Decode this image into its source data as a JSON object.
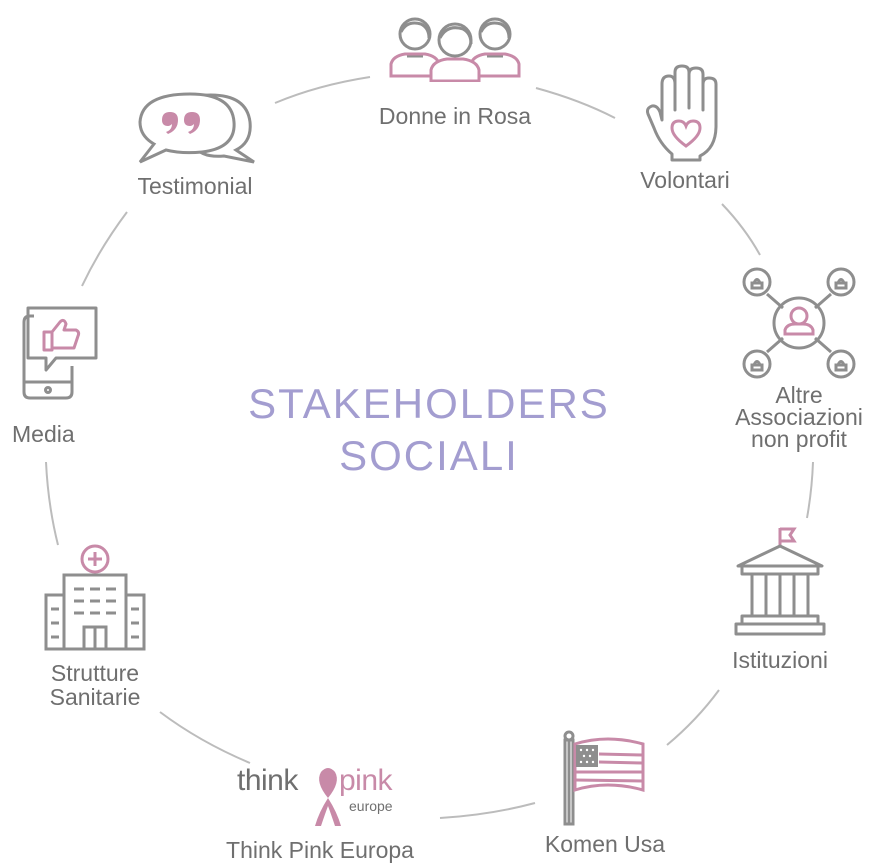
{
  "diagram": {
    "center": {
      "line1": "STAKEHOLDERS",
      "line2": "SOCIALI"
    },
    "nodes": {
      "donne": {
        "label": "Donne in Rosa",
        "icon": "women-group-icon"
      },
      "volontari": {
        "label": "Volontari",
        "icon": "raised-hand-heart-icon"
      },
      "associazioni": {
        "line1": "Altre",
        "line2": "Associazioni",
        "line3": "non profit",
        "icon": "network-people-icon"
      },
      "istituzioni": {
        "label": "Istituzioni",
        "icon": "institution-building-icon"
      },
      "komen": {
        "label": "Komen Usa",
        "icon": "usa-flag-icon"
      },
      "thinkpink": {
        "label": "Think Pink Europa",
        "logo_main": "think",
        "logo_pink": "pink",
        "logo_sub": "europe",
        "icon": "pink-ribbon-icon"
      },
      "strutture": {
        "line1": "Strutture",
        "line2": "Sanitarie",
        "icon": "hospital-icon"
      },
      "media": {
        "label": "Media",
        "icon": "phone-like-icon"
      },
      "testimonial": {
        "label": "Testimonial",
        "icon": "quote-bubbles-icon"
      }
    },
    "colors": {
      "gray": "#8e8e8e",
      "pink": "#c88aa8",
      "lavender": "#a39dd0",
      "text": "#6f6f6f"
    }
  }
}
